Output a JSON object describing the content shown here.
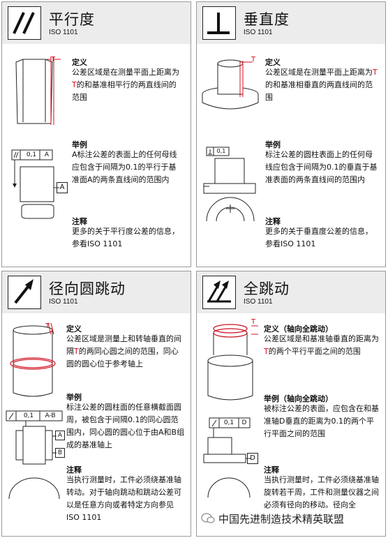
{
  "panels": [
    {
      "title": "平行度",
      "standard": "ISO 1101",
      "definition_label": "定义",
      "definition_pre": "公差区域是在测量平面上距离为",
      "definition_t": "T",
      "definition_post": "的和基准相平行的两直线间的范围",
      "example_label": "举例",
      "example_text": "A标注公差的表面上的任何母线应包含于间隔为0.1的平行于基准面A的两条直线间的范围内",
      "note_label": "注释",
      "note_text": "更多的关于平行度公差的信息，参看ISO 1101",
      "frame": {
        "value": "0,1",
        "datum": "A"
      },
      "dim_letter": "T"
    },
    {
      "title": "垂直度",
      "standard": "ISO 1101",
      "definition_label": "定义",
      "definition_pre": "公差区域是在测量平面上距离为",
      "definition_t": "T",
      "definition_post": "的和基准相垂直的两直线间的范围",
      "example_label": "举例",
      "example_text": "标注公差的圆柱表面上的任何母线应包含于间隔为0.1的垂直于基准表面的两条直线间的范围内",
      "note_label": "注释",
      "note_text": "更多的关于垂直度公差的信息，参看ISO 1101",
      "frame": {
        "value": "0,1"
      },
      "dim_letter": "T"
    },
    {
      "title": "径向圆跳动",
      "standard": "ISO 1101",
      "definition_label": "定义",
      "definition_pre": "公差区域是测量上和转轴垂直的间隔",
      "definition_t": "T",
      "definition_post": "的两同心圆之间的范围，同心圆的圆心位于参考轴上",
      "example_label": "举例",
      "example_text": "标注公差的圆柱面的任意横截面圆周，被包含于间隔0.1的同心圆范围内，同心圆的圆心位于由A和B组成的基准轴上",
      "note_label": "注释",
      "note_text": "当执行测量时，工件必须绕基准轴转动。对于轴向跳动和跳动公差可以是任意方向或者特定方向参见ISO 1101",
      "frame": {
        "value": "0,1",
        "datum": "A-B"
      },
      "datum_a": "A",
      "datum_b": "B",
      "dim_letter": "T"
    },
    {
      "title": "全跳动",
      "standard": "ISO 1101",
      "definition_label": "定义（轴向全跳动）",
      "definition_pre": "公差区域是和基准轴垂直的距离为",
      "definition_t": "T",
      "definition_post": "的两个平行平面之间的范围",
      "example_label": "举例（轴向全跳动）",
      "example_text": "被标注公差的表面，应包含在和基准轴D垂直的距离为0.1的两个平行平面之间的范围",
      "note_label": "注释",
      "note_text": "当执行测量时，工件必须绕基准轴旋转若干周，工件和测量仪器之间必须有径向的移动。径向全",
      "frame": {
        "value": "0,1",
        "datum": "D"
      },
      "datum_d": "D",
      "dim_letter": "T"
    }
  ],
  "watermark": {
    "text": "中国先进制造技术精英联盟",
    "icon": "wechat-icon"
  },
  "colors": {
    "accent": "#d01020",
    "header_bg": "#ececec",
    "border": "#9a9a9a"
  }
}
